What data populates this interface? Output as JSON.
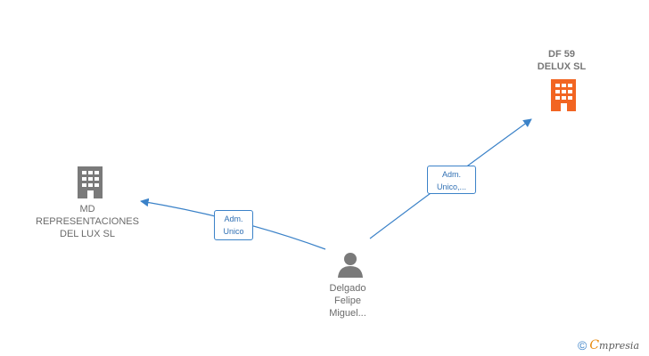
{
  "nodes": {
    "df59": {
      "label": "DF 59\nDELUX  SL",
      "color": "#f26522"
    },
    "md": {
      "label": "MD\nREPRESENTACIONES\nDEL LUX SL",
      "color": "#7a7a7a"
    },
    "person": {
      "label": "Delgado\nFelipe\nMiguel...",
      "color": "#7a7a7a"
    }
  },
  "edges": {
    "to_df59": {
      "label": "Adm.\nUnico,..."
    },
    "to_md": {
      "label": "Adm.\nUnico"
    }
  },
  "edge_color": "#3b82c8",
  "footer": {
    "copyright": "©",
    "brand_initial": "C",
    "brand_rest": "mpresia"
  }
}
